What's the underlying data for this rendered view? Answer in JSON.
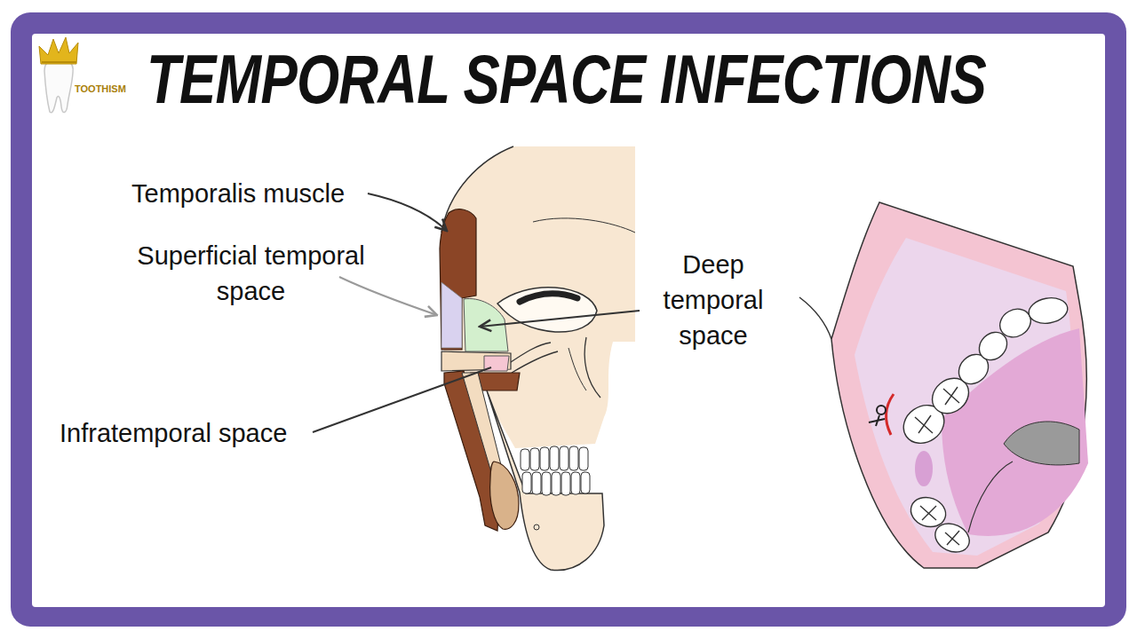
{
  "diagram": {
    "title": "TEMPORAL SPACE INFECTIONS",
    "labels": [
      "Temporalis muscle",
      "Superficial temporal space",
      "Deep temporal space",
      "Infratemporal space",
      "TOOTHISM"
    ]
  }
}
